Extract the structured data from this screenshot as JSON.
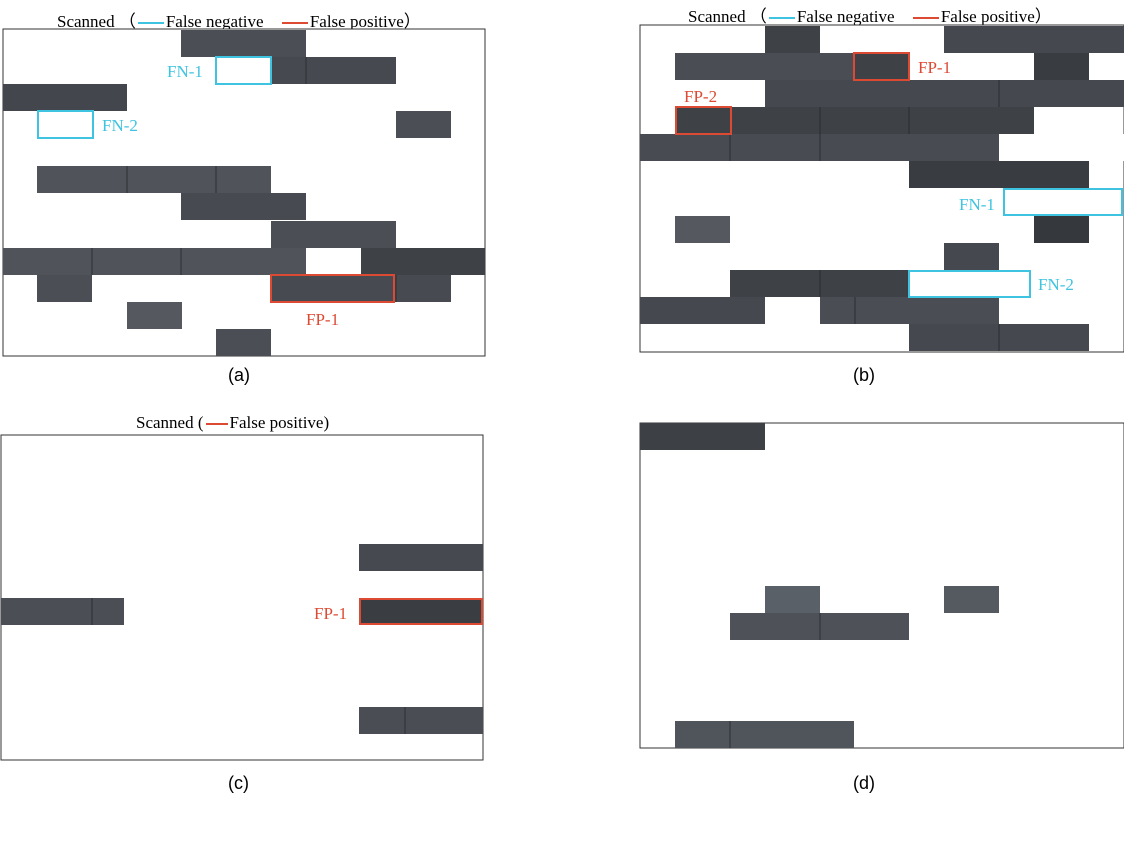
{
  "colors": {
    "false_negative": "#3ec3e0",
    "false_positive": "#dc4a33",
    "brick": "#4b4f55",
    "brick_dark": "#3a3d42",
    "frame": "#333333"
  },
  "panels": [
    {
      "id": "a",
      "caption": "(a)",
      "legend": {
        "scanned": "Scanned",
        "open": "（",
        "fn": "False negative",
        "fp": "False positive",
        "close": "）"
      },
      "fn_labels": [
        "FN-1",
        "FN-2"
      ],
      "fp_labels": [
        "FP-1"
      ]
    },
    {
      "id": "b",
      "caption": "(b)",
      "legend": {
        "scanned": "Scanned",
        "open": "（",
        "fn": "False negative",
        "fp": "False positive",
        "close": "）"
      },
      "fn_labels": [
        "FN-1",
        "FN-2"
      ],
      "fp_labels": [
        "FP-1",
        "FP-2"
      ]
    },
    {
      "id": "c",
      "caption": "(c)",
      "legend": {
        "scanned": "Scanned",
        "open": "(",
        "fp": "False positive",
        "close": ")"
      },
      "fp_labels": [
        "FP-1"
      ]
    },
    {
      "id": "d",
      "caption": "(d)"
    }
  ]
}
